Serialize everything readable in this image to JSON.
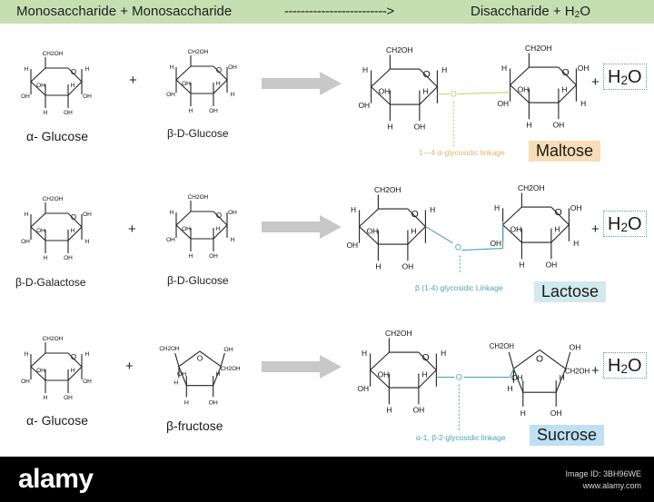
{
  "header": {
    "left": "Monosaccharide + Monosaccharide",
    "arrow": "------------------------->",
    "right_main": "Disaccharide + H",
    "right_sub": "2",
    "right_tail": "O"
  },
  "atoms": {
    "ch2oh": "CH2OH",
    "oh": "OH",
    "h": "H",
    "o": "O"
  },
  "rows": [
    {
      "left_name": "α- Glucose",
      "right_name": "β-D-Glucose",
      "product": "Maltose",
      "linkage": "1—4-α-glycosidic linkage",
      "linkage_color": "#e2b273",
      "bond_color": "#b9d96b"
    },
    {
      "left_name": "β-D-Galactose",
      "right_name": "β-D-Glucose",
      "product": "Lactose",
      "linkage": "β (1-4) glycosidic Linkage",
      "linkage_color": "#4ba3b5",
      "bond_color": "#4ba3b5"
    },
    {
      "left_name": "α- Glucose",
      "right_name": "β-fructose",
      "product": "Sucrose",
      "linkage": "α-1, β-2-glycosidic linkage",
      "linkage_color": "#4ba3b5",
      "bond_color": "#4ba3b5"
    }
  ],
  "plus": "+",
  "water": {
    "main": "H",
    "sub": "2",
    "tail": "O"
  },
  "footer": {
    "logo": "alamy",
    "image_id": "Image ID: 3BH96WE",
    "site": "www.alamy.com"
  }
}
